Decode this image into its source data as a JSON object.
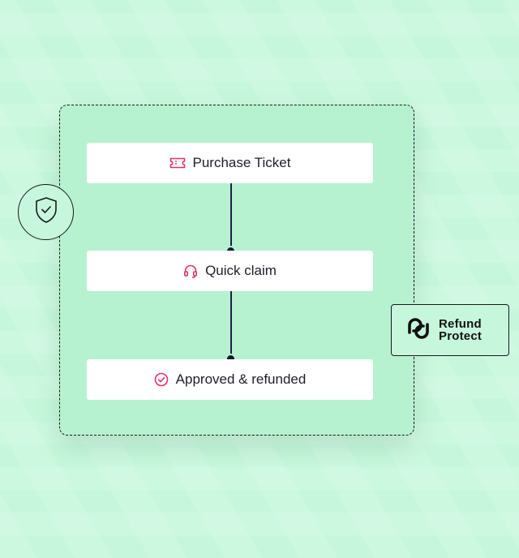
{
  "steps": [
    {
      "label": "Purchase Ticket",
      "icon": "ticket-icon"
    },
    {
      "label": "Quick claim",
      "icon": "headset-icon"
    },
    {
      "label": "Approved & refunded",
      "icon": "check-circle-icon"
    }
  ],
  "badge": {
    "icon": "shield-check-icon"
  },
  "brand": {
    "line1": "Refund",
    "line2": "Protect",
    "icon": "refund-protect-logo"
  },
  "colors": {
    "accent": "#e0306a",
    "background": "#c6f7dc",
    "panel": "#b6f2cf",
    "ink": "#1e1e2a"
  }
}
